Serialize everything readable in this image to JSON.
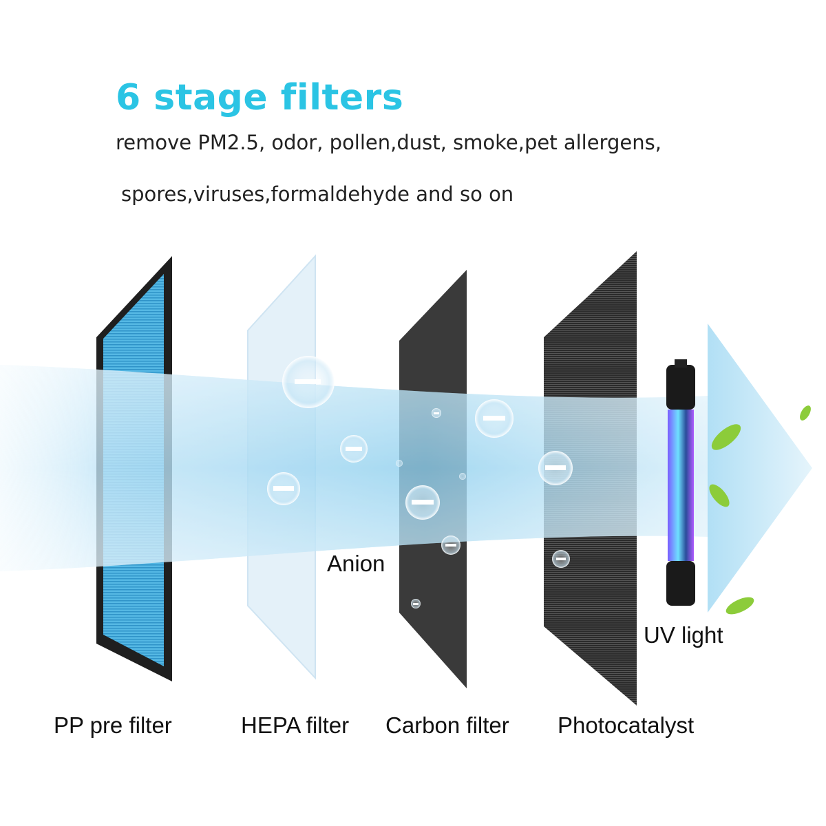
{
  "header": {
    "title": "6 stage filters",
    "subtitle_line1": "remove PM2.5, odor, pollen,dust, smoke,pet allergens,",
    "subtitle_line2": "spores,viruses,formaldehyde and so on"
  },
  "labels": {
    "anion": "Anion",
    "uv_light": "UV light",
    "pp_pre_filter": "PP pre filter",
    "hepa_filter": "HEPA filter",
    "carbon_filter": "Carbon filter",
    "photocatalyst": "Photocatalyst"
  },
  "colors": {
    "title": "#2bc4e4",
    "airflow": "#8fd0ef",
    "pp_filter": "#4db3e0",
    "carbon": "#3a3a3a"
  }
}
